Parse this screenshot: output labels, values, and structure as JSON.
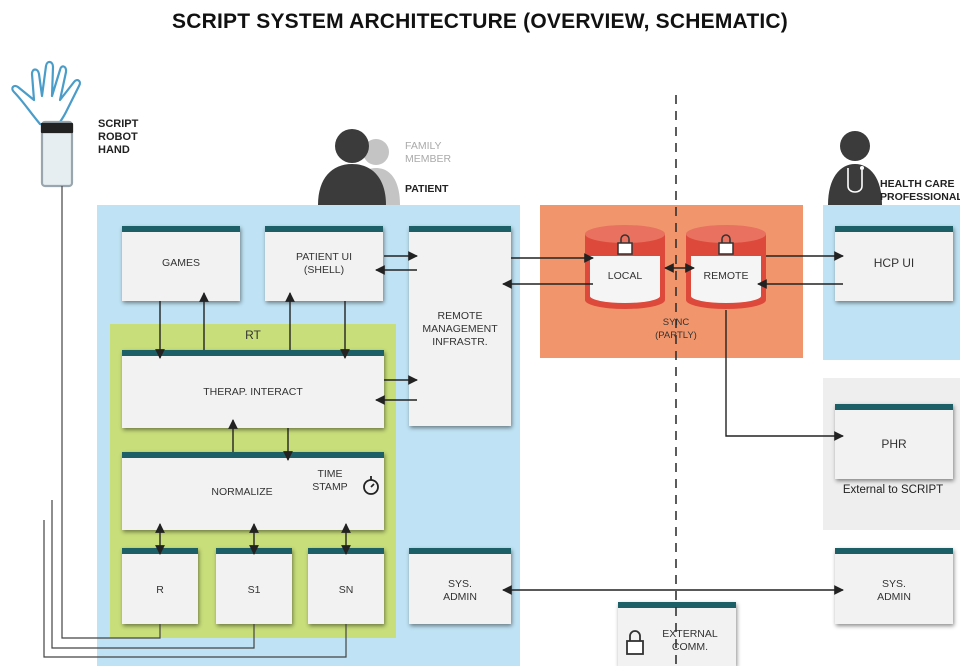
{
  "title": "SCRIPT SYSTEM ARCHITECTURE (OVERVIEW, SCHEMATIC)",
  "actors": {
    "robot_hand": "SCRIPT\nROBOT\nHAND",
    "family_member": "FAMILY\nMEMBER",
    "patient": "PATIENT",
    "hcp": "HEALTH CARE\nPROFESSIONAL"
  },
  "zones": {
    "rt": "RT",
    "sync": "SYNC\n(PARTLY)",
    "external_note": "External to SCRIPT"
  },
  "boxes": {
    "games": "GAMES",
    "patient_ui": "PATIENT UI\n(SHELL)",
    "remote_mgmt": "REMOTE\nMANAGEMENT\nINFRASTR.",
    "therap": "THERAP. INTERACT",
    "normalize": "NORMALIZE",
    "timestamp": "TIME\nSTAMP",
    "r": "R",
    "s1": "S1",
    "sn": "SN",
    "sys_admin_left": "SYS.\nADMIN",
    "sys_admin_right": "SYS.\nADMIN",
    "hcp_ui": "HCP UI",
    "phr": "PHR",
    "external_comm": "EXTERNAL\nCOMM.",
    "local": "LOCAL",
    "remote": "REMOTE"
  },
  "colors": {
    "blue_zone": "#bfe3f4",
    "green_zone": "#c8de7a",
    "orange_zone": "#f1966c",
    "grey_zone": "#eeeeee",
    "box_top": "#1d5f66",
    "box_fill": "#f2f2f2",
    "cylinder": "#dd4a3b"
  }
}
